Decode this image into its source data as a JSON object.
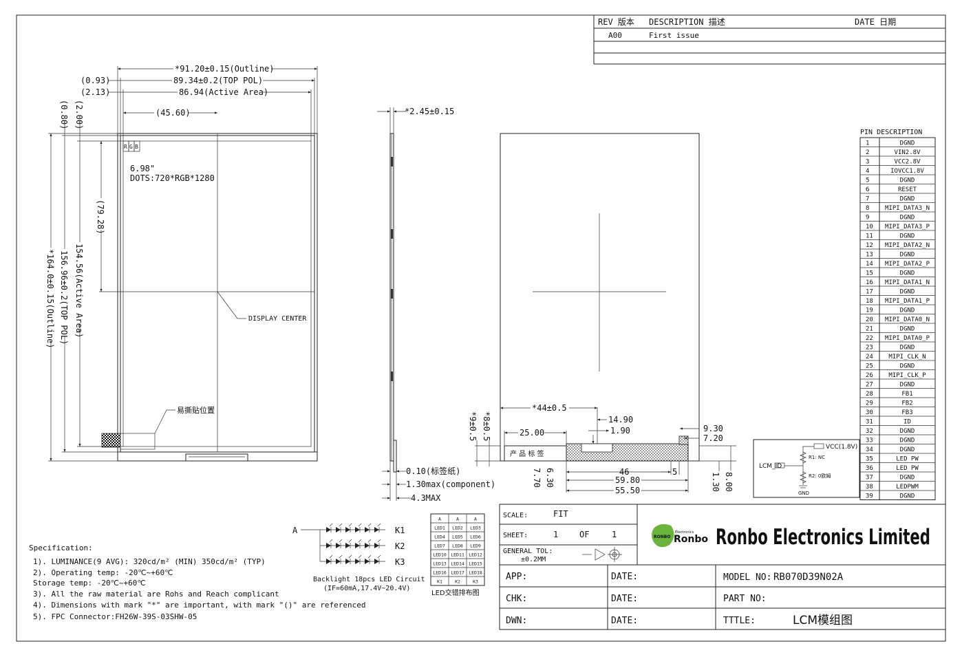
{
  "revision_table": {
    "header_rev": "REV 版本",
    "header_desc": "DESCRIPTION 描述",
    "header_date": "DATE  日期",
    "rows": [
      {
        "rev": "A00",
        "desc": "First issue",
        "date": ""
      }
    ]
  },
  "front_view": {
    "dim_outline_w": "*91.20±0.15(Outline)",
    "dim_toppol_w": "89.34±0.2(TOP POL)",
    "dim_aa_w": "86.94(Active Area)",
    "dim_093": "(0.93)",
    "dim_213": "(2.13)",
    "dim_4560": "(45.60)",
    "dim_080": "(0.80)",
    "dim_200": "(2.00)",
    "dim_7928": "(79.28)",
    "dim_aa_h": "154.56(Active Area)",
    "dim_toppol_h": "156.96±0.2(TOP POL)",
    "dim_outline_h": "*164.0±0.15(Outline)",
    "rgb": [
      "R",
      "G",
      "B"
    ],
    "size_text": "6.98\"",
    "dots_text": "DOTS:720*RGB*1280",
    "display_center": "DISPLAY CENTER",
    "tear_label": "易撕贴位置"
  },
  "side_view": {
    "dim_thickness": "*2.45±0.15",
    "dim_label": "0.10(标签纸)",
    "dim_component": "1.30max(component)",
    "dim_max": "4.3MAX"
  },
  "back_view": {
    "dim_44": "*44±0.5",
    "dim_25": "25.00",
    "dim_1490": "14.90",
    "dim_190": "1.90",
    "dim_930": "9.30",
    "dim_720": "7.20",
    "dim_9": "*9±0.5",
    "dim_8": "*8±0.5",
    "dim_46": "46",
    "dim_5": "5",
    "dim_5980": "59.80",
    "dim_5550": "55.50",
    "dim_770": "7.70",
    "dim_630": "6.30",
    "dim_130": "1.30",
    "dim_800": "8.00",
    "label_text": "产 品 标 签"
  },
  "pin_table": {
    "title": "PIN DESCRIPTION",
    "pins": [
      {
        "no": "1",
        "name": "DGND"
      },
      {
        "no": "2",
        "name": "VIN2.8V"
      },
      {
        "no": "3",
        "name": "VCC2.8V"
      },
      {
        "no": "4",
        "name": "IOVCC1.8V"
      },
      {
        "no": "5",
        "name": "DGND"
      },
      {
        "no": "6",
        "name": "RESET"
      },
      {
        "no": "7",
        "name": "DGND"
      },
      {
        "no": "8",
        "name": "MIPI_DATA3_N"
      },
      {
        "no": "9",
        "name": "DGND"
      },
      {
        "no": "10",
        "name": "MIPI_DATA3_P"
      },
      {
        "no": "11",
        "name": "DGND"
      },
      {
        "no": "12",
        "name": "MIPI_DATA2_N"
      },
      {
        "no": "13",
        "name": "DGND"
      },
      {
        "no": "14",
        "name": "MIPI_DATA2_P"
      },
      {
        "no": "15",
        "name": "DGND"
      },
      {
        "no": "16",
        "name": "MIPI_DATA1_N"
      },
      {
        "no": "17",
        "name": "DGND"
      },
      {
        "no": "18",
        "name": "MIPI_DATA1_P"
      },
      {
        "no": "19",
        "name": "DGND"
      },
      {
        "no": "20",
        "name": "MIPI_DATA0_N"
      },
      {
        "no": "21",
        "name": "DGND"
      },
      {
        "no": "22",
        "name": "MIPI_DATA0_P"
      },
      {
        "no": "23",
        "name": "DGND"
      },
      {
        "no": "24",
        "name": "MIPI_CLK_N"
      },
      {
        "no": "25",
        "name": "DGND"
      },
      {
        "no": "26",
        "name": "MIPI_CLK_P"
      },
      {
        "no": "27",
        "name": "DGND"
      },
      {
        "no": "28",
        "name": "FB1"
      },
      {
        "no": "29",
        "name": "FB2"
      },
      {
        "no": "30",
        "name": "FB3"
      },
      {
        "no": "31",
        "name": "ID"
      },
      {
        "no": "32",
        "name": "DGND"
      },
      {
        "no": "33",
        "name": "DGND"
      },
      {
        "no": "34",
        "name": "DGND"
      },
      {
        "no": "35",
        "name": "LED PW"
      },
      {
        "no": "36",
        "name": "LED PW"
      },
      {
        "no": "37",
        "name": "DGND"
      },
      {
        "no": "38",
        "name": "LEDPWM"
      },
      {
        "no": "39",
        "name": "DGND"
      }
    ]
  },
  "id_circuit": {
    "vcc": "VCC(1.8V)",
    "lcm_id": "LCM_ID",
    "r1": "R1: NC",
    "r2": "R2: 0欧姆",
    "gnd": "GND"
  },
  "led_circuit": {
    "anode": "A",
    "cathodes": [
      "K1",
      "K2",
      "K3"
    ],
    "caption1": "Backlight 18pcs LED Circuit",
    "caption2": "(IF=60mA,17.4V~20.4V)"
  },
  "led_table": {
    "header": [
      "A",
      "A",
      "A"
    ],
    "rows": [
      [
        "LED1",
        "LED2",
        "LED3"
      ],
      [
        "LED4",
        "LED5",
        "LED6"
      ],
      [
        "LED7",
        "LED8",
        "LED9"
      ],
      [
        "LED10",
        "LED11",
        "LED12"
      ],
      [
        "LED13",
        "LED14",
        "LED15"
      ],
      [
        "LED16",
        "LED17",
        "LED18"
      ],
      [
        "K1",
        "K2",
        "K3"
      ]
    ],
    "caption": "LED交错排布图"
  },
  "spec": {
    "title": "Specification:",
    "lines": [
      "1).  LUMINANCE(9 AVG): 320cd/m² (MIN) 350cd/m² (TYP)",
      "2).  Operating temp: -20℃~+60℃",
      "      Storage temp: -20℃~+60℃",
      "3).  All the raw material are Rohs and Reach complicant",
      "4).  Dimensions with mark \"*\" are important, with mark \"()\" are referenced",
      "5).  FPC Connector:FH26W-39S-03SHW-05"
    ]
  },
  "title_block": {
    "scale_label": "SCALE:",
    "scale_value": "FIT",
    "sheet_label": "SHEET:",
    "sheet_no": "1",
    "sheet_of": "OF",
    "sheet_total": "1",
    "tol_label": "GENERAL TOL:",
    "tol_value": "±0.2MM",
    "logo_badge": "RONBO",
    "logo_small": "Electronics",
    "logo_name": "Ronbo",
    "company": "Ronbo Electronics Limited",
    "app": "APP:",
    "chk": "CHK:",
    "dwn": "DWN:",
    "date": "DATE:",
    "model_label": "MODEL NO:",
    "model_value": "RB070D39N02A",
    "part_label": "PART NO:",
    "title_label": "TTTLE:",
    "title_value": "LCM模组图"
  }
}
